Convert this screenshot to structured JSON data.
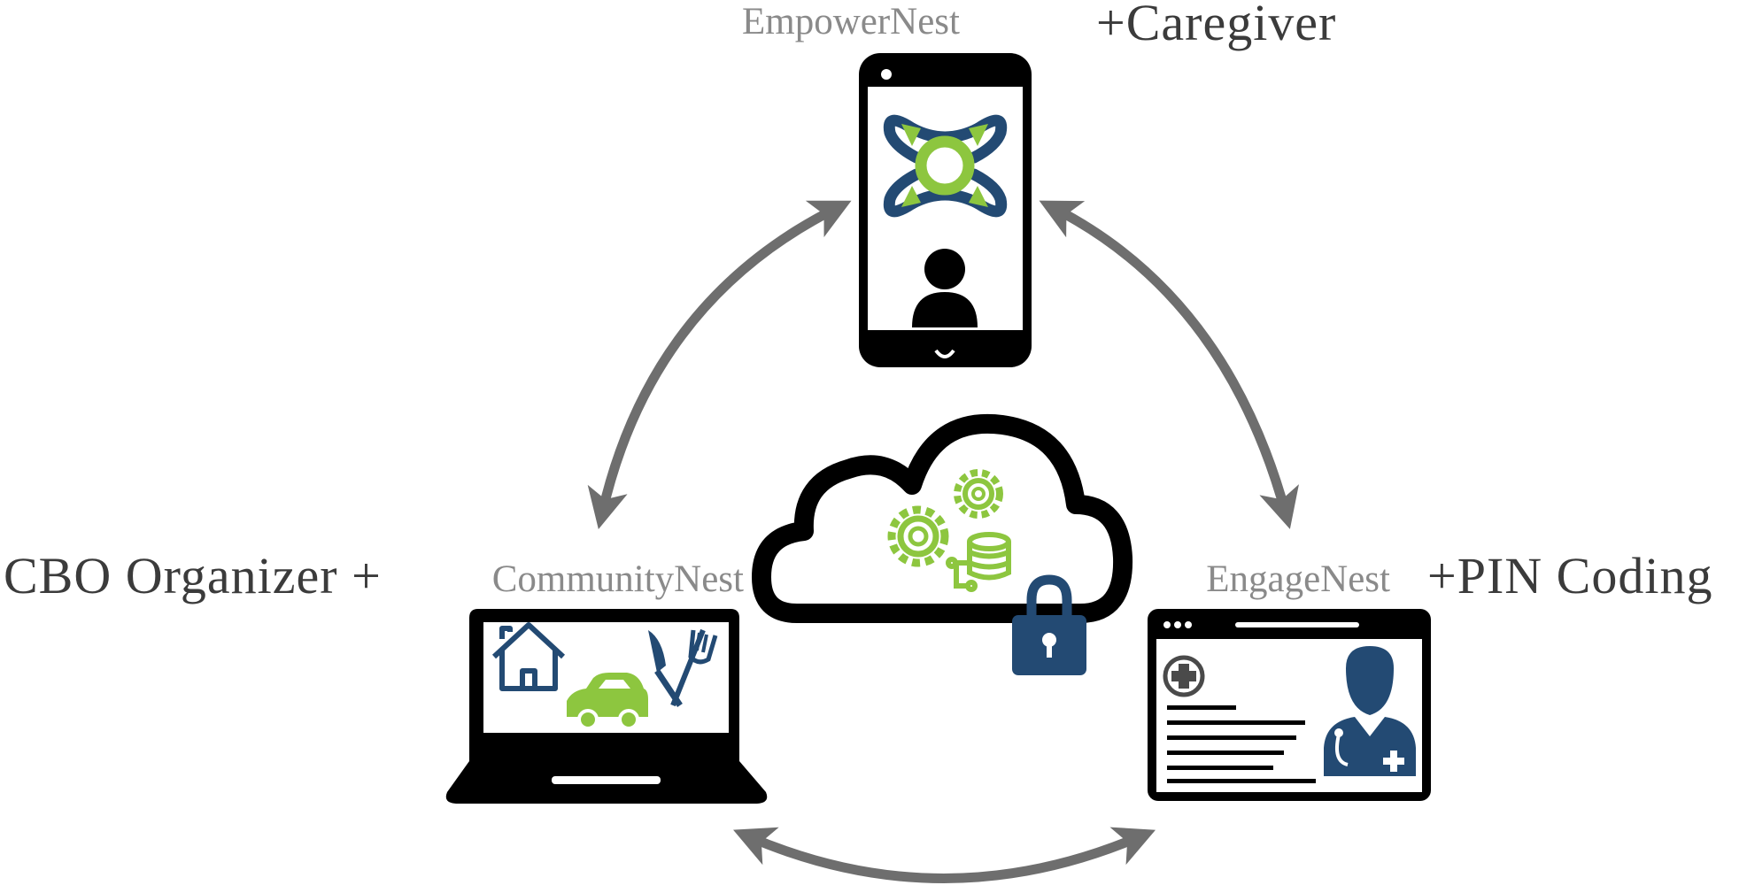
{
  "nodes": {
    "top": {
      "app_name": "EmpowerNest",
      "role": "+Caregiver"
    },
    "left": {
      "app_name": "CommunityNest",
      "role": "CBO Organizer +"
    },
    "right": {
      "app_name": "EngageNest",
      "role": "+PIN Coding"
    }
  },
  "colors": {
    "navy": "#234a73",
    "green": "#8dc63f",
    "black": "#000000",
    "arrow_gray": "#6e6e6e",
    "label_gray": "#8a8a8a",
    "role_text": "#3b3b3b"
  },
  "icons": {
    "phone": "smartphone-icon",
    "laptop": "laptop-icon",
    "browser": "browser-window-icon",
    "cloud": "cloud-icon",
    "gears": "gears-icon",
    "database": "database-icon",
    "lock": "padlock-icon",
    "house": "house-icon",
    "car": "car-icon",
    "utensils": "knife-fork-icon",
    "user": "user-icon",
    "doctor": "doctor-icon",
    "medical_cross": "medical-cross-icon",
    "logo": "empowernest-logo-icon"
  }
}
